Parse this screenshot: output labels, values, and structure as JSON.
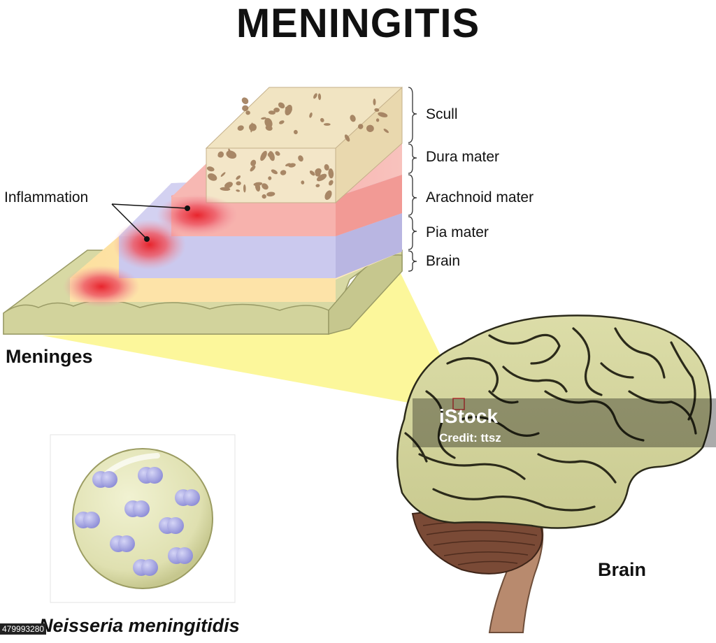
{
  "title": "MENINGITIS",
  "layers": [
    {
      "label": "Scull"
    },
    {
      "label": "Dura mater"
    },
    {
      "label": "Arachnoid mater"
    },
    {
      "label": "Pia mater"
    },
    {
      "label": "Brain"
    }
  ],
  "inflammation_label": "Inflammation",
  "meninges_label": "Meninges",
  "brain_label": "Brain",
  "bacteria_label": "Neisseria meningitidis",
  "watermark": {
    "brand": "iStock",
    "credit": "Credit: ttsz"
  },
  "stock_id": "479993280",
  "colors": {
    "scull": "#f3e6c8",
    "bone_pores": "#a07d5c",
    "dura": "#f6a6a3",
    "arachnoid": "#c8c6ec",
    "pia": "#fde3a8",
    "brain_surface": "#d8d9a4",
    "inflammation": "#e8242c",
    "highlight": "#fbf68a",
    "bacteria": "#a9a9e6"
  }
}
